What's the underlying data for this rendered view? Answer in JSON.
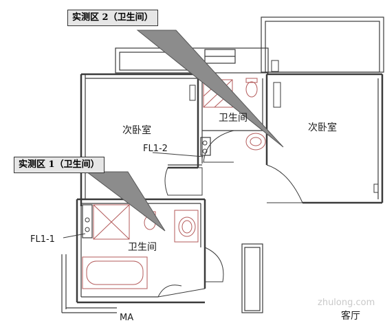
{
  "callouts": {
    "zone2": "实测区 2（卫生间）",
    "zone1": "实测区 1（卫生间）"
  },
  "rooms": {
    "bedroom_left": "次卧室",
    "bedroom_right": "次卧室",
    "bathroom_top": "卫生间",
    "bathroom_bottom": "卫生间",
    "living": "客厅"
  },
  "tags": {
    "fl1_2": "FL1-2",
    "fl1_1": "FL1-1",
    "bottom_mark": "MA"
  },
  "watermark": "zhulong.com",
  "colors": {
    "wall": "#3a3a3a",
    "fixture": "#b35a5a",
    "callout_bg": "#e6e6e6",
    "leader": "#555555"
  }
}
